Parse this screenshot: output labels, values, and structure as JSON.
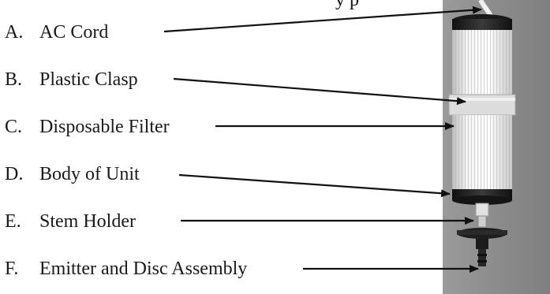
{
  "header_fragment": "y p",
  "labels": [
    {
      "letter": "A.",
      "text": "AC Cord"
    },
    {
      "letter": "B.",
      "text": "Plastic Clasp"
    },
    {
      "letter": "C.",
      "text": "Disposable Filter"
    },
    {
      "letter": "D.",
      "text": "Body of Unit"
    },
    {
      "letter": "E.",
      "text": "Stem Holder"
    },
    {
      "letter": "F.",
      "text": "Emitter and Disc Assembly"
    }
  ],
  "colors": {
    "text": "#1a1a1a",
    "arrow": "#111111",
    "photo_background": "#8a8a8a",
    "filter_pleats": "#ececec",
    "rubber_cap": "#1c1c1c"
  },
  "icons": [
    "arrow-icon"
  ]
}
